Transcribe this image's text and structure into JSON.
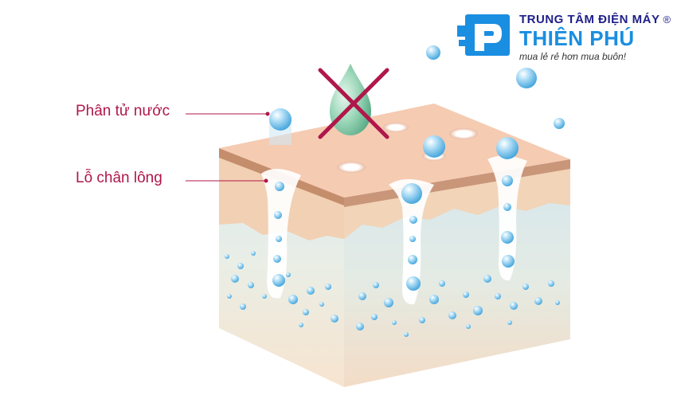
{
  "labels": {
    "water_molecule": "Phân tử nước",
    "pore": "Lỗ chân lông"
  },
  "logo": {
    "top_line": "TRUNG TÂM ĐIỆN MÁY",
    "registered": "®",
    "brand": "THIÊN PHÚ",
    "slogan": "mua lẻ rẻ hơn mua buôn!"
  },
  "colors": {
    "label_text": "#b0174a",
    "logo_blue": "#1a8ee0",
    "logo_navy": "#1f1f8a",
    "skin_top": "#f5cbb2",
    "bubble": "#7ec4ec",
    "cross": "#b0174a",
    "droplet": "#7fc9a6"
  },
  "icons": {
    "cross_mark": "x-mark-icon",
    "droplet": "water-droplet-icon",
    "logo_mark": "thien-phu-logo-icon"
  }
}
